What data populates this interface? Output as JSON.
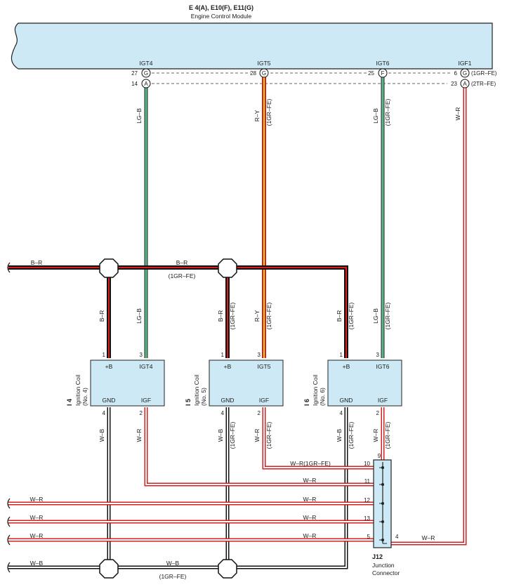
{
  "header": {
    "codes": "E 4(A), E10(F), E11(G)",
    "name": "Engine Control Module"
  },
  "ecm_terminals": [
    {
      "label": "IGT4",
      "pins": [
        {
          "num": "27",
          "conn": "G"
        },
        {
          "num": "14",
          "conn": "A"
        }
      ]
    },
    {
      "label": "IGT5",
      "pins": [
        {
          "num": "28",
          "conn": "G"
        }
      ]
    },
    {
      "label": "IGT6",
      "pins": [
        {
          "num": "25",
          "conn": "F"
        }
      ]
    },
    {
      "label": "IGF1",
      "pins": [
        {
          "num": "6",
          "conn": "G",
          "note": "(1GR–FE)"
        },
        {
          "num": "23",
          "conn": "A",
          "note": "(2TR–FE)"
        }
      ]
    }
  ],
  "wire_colors": {
    "lg_b": "LG–B",
    "r_y": "R–Y",
    "w_r": "W–R",
    "b_r": "B–R",
    "w_b": "W–B",
    "w_r_1gr": "W–R(1GR–FE)"
  },
  "variant_1gr": "(1GR–FE)",
  "coils": [
    {
      "id": "I 4",
      "name": "Ignition Coil",
      "sub": "(No. 4)",
      "plus_b": "+B",
      "igt": "IGT4",
      "gnd": "GND",
      "igf": "IGF",
      "pins": {
        "plus_b": "1",
        "igt": "3",
        "gnd": "4",
        "igf": "2"
      }
    },
    {
      "id": "I 5",
      "name": "Ignition Coil",
      "sub": "(No. 5)",
      "plus_b": "+B",
      "igt": "IGT5",
      "gnd": "GND",
      "igf": "IGF",
      "pins": {
        "plus_b": "1",
        "igt": "3",
        "gnd": "4",
        "igf": "2"
      }
    },
    {
      "id": "I 6",
      "name": "Ignition Coil",
      "sub": "(No. 6)",
      "plus_b": "+B",
      "igt": "IGT6",
      "gnd": "GND",
      "igf": "IGF",
      "pins": {
        "plus_b": "1",
        "igt": "3",
        "gnd": "4",
        "igf": "2"
      }
    }
  ],
  "junction": {
    "id": "J12",
    "name_line1": "Junction",
    "name_line2": "Connector",
    "pins": [
      "9",
      "10",
      "11",
      "12",
      "13",
      "5",
      "4"
    ]
  },
  "colors": {
    "ecm_fill": "#cce9f5",
    "coil_fill": "#cce9f5",
    "green": "#5cb889",
    "red": "#d42020",
    "yellow": "#f2d21b",
    "black": "#111111"
  }
}
